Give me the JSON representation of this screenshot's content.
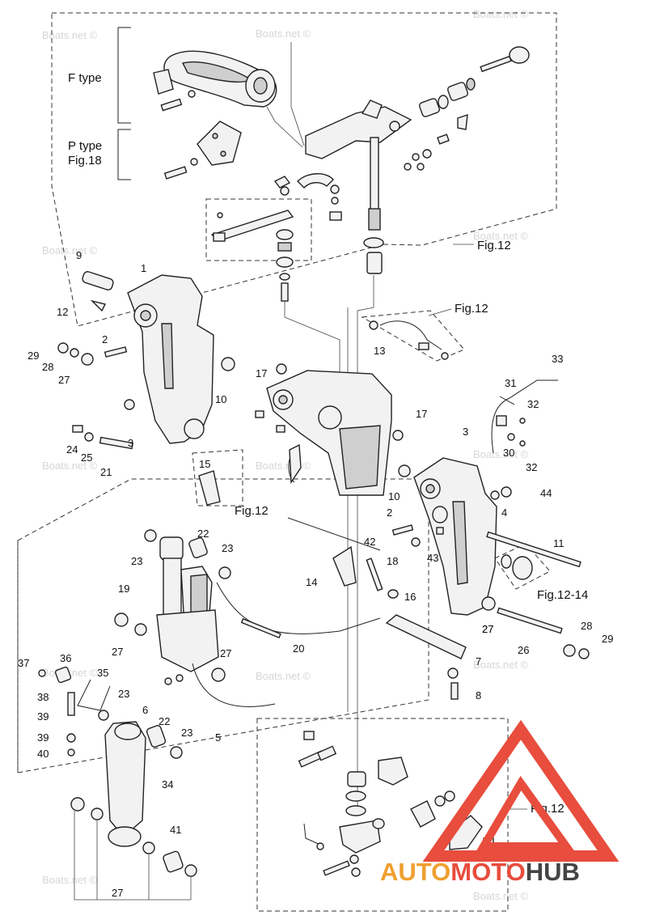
{
  "type_labels": {
    "f_type": "F type",
    "p_type": "P type",
    "p_type_fig": "Fig.18"
  },
  "fig_refs": {
    "fig12_top": "Fig.12",
    "fig12_right": "Fig.12",
    "fig12_mid": "Fig.12",
    "fig12_14": "Fig.12-14",
    "fig12_bottom": "Fig.12"
  },
  "watermark": "Boats.net ©",
  "logo": {
    "auto": "AUTO",
    "moto": "MOTO",
    "hub": "HUB",
    "accent_color": "#e84d3d",
    "auto_color": "#f0a030",
    "hub_color": "#444444"
  },
  "parts": {
    "p1": "1",
    "p2a": "2",
    "p2b": "2",
    "p3a": "3",
    "p3b": "3",
    "p4": "4",
    "p5": "5",
    "p6": "6",
    "p7": "7",
    "p8": "8",
    "p9": "9",
    "p10a": "10",
    "p10b": "10",
    "p11": "11",
    "p12": "12",
    "p13": "13",
    "p14": "14",
    "p15": "15",
    "p16": "16",
    "p17a": "17",
    "p17b": "17",
    "p18": "18",
    "p19": "19",
    "p20": "20",
    "p21": "21",
    "p22a": "22",
    "p22b": "22",
    "p23a": "23",
    "p23b": "23",
    "p23c": "23",
    "p23d": "23",
    "p24": "24",
    "p25": "25",
    "p26": "26",
    "p27a": "27",
    "p27b": "27",
    "p27c": "27",
    "p27d": "27",
    "p27e": "27",
    "p27f": "27",
    "p28a": "28",
    "p28b": "28",
    "p29a": "29",
    "p29b": "29",
    "p30": "30",
    "p31": "31",
    "p32a": "32",
    "p32b": "32",
    "p33": "33",
    "p34": "34",
    "p35": "35",
    "p36": "36",
    "p37": "37",
    "p38": "38",
    "p39a": "39",
    "p39b": "39",
    "p40": "40",
    "p41": "41",
    "p42": "42",
    "p43": "43",
    "p44": "44"
  }
}
